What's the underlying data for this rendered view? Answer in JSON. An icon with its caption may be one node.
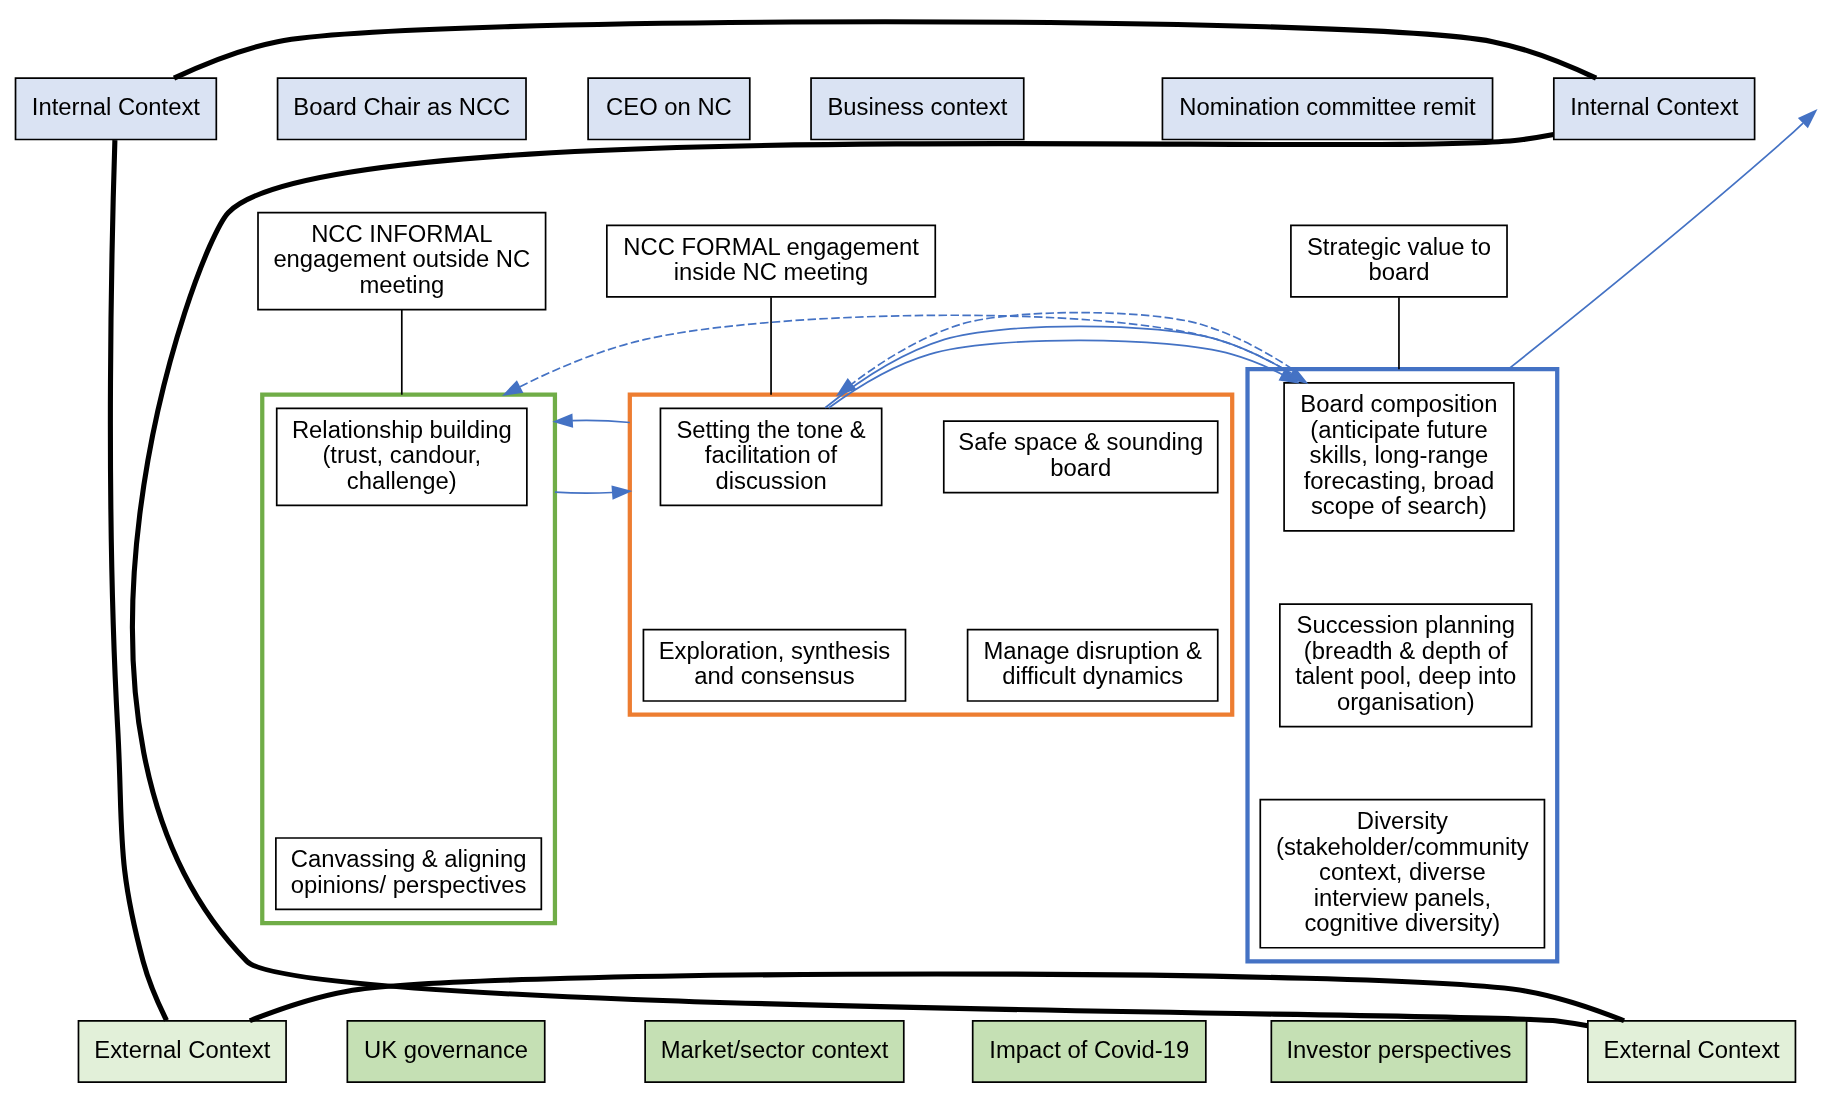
{
  "diagram": {
    "nodes": [
      {
        "text": [
          "Internal Context"
        ]
      },
      {
        "text": [
          "Internal Context"
        ]
      },
      {
        "text": [
          "External Context"
        ]
      },
      {
        "text": [
          "External Context"
        ]
      },
      {
        "text": [
          "Board Chair as NCC"
        ]
      },
      {
        "text": [
          "CEO on NC"
        ]
      },
      {
        "text": [
          "Business context"
        ]
      },
      {
        "text": [
          "Nomination committee remit"
        ]
      },
      {
        "text": [
          "NCC INFORMAL engagement outside NC meeting"
        ]
      },
      {
        "text": [],
        "shape": "box"
      },
      {
        "text": [
          "Relationship building (trust, candour, challenge)"
        ],
        "in": 9
      },
      {
        "text": [
          "Canvassing & aligning opinions/ perspectives"
        ],
        "in": 9
      },
      {
        "text": [
          "NCC FORMAL engagement inside NC meeting"
        ]
      },
      {
        "text": [],
        "shape": "box"
      },
      {
        "text": [
          "Setting the tone & facilitation of discussion"
        ],
        "in": 13
      },
      {
        "text": [
          "Safe space & sounding board"
        ],
        "in": 13
      },
      {
        "text": [
          "Exploration, synthesis and consensus"
        ],
        "in": 13
      },
      {
        "text": [
          "Manage disruption & difficult dynamics"
        ],
        "in": 13
      },
      {
        "text": [
          "Strategic value to board"
        ]
      },
      {
        "text": [],
        "shape": "box"
      },
      {
        "text": [
          "Board composition (anticipate future skills, long-range forecasting, broad scope of search)"
        ],
        "in": 19
      },
      {
        "text": [
          "Succession planning (breadth & depth of talent pool, deep into organisation)"
        ],
        "in": 19
      },
      {
        "text": [
          "Diversity (stakeholder/community context, diverse interview panels, cognitive diversity)"
        ],
        "in": 19
      },
      {
        "text": [
          "UK governance"
        ]
      },
      {
        "text": [
          "Market/sector context"
        ]
      },
      {
        "text": [
          "Impact of Covid-19"
        ]
      },
      {
        "text": [
          "Investor perspectives"
        ]
      }
    ],
    "edges": [
      {
        "from": 0,
        "to": 1,
        "arrow": "none",
        "style": "thick"
      },
      {
        "from": 0,
        "to": 2,
        "arrow": "none",
        "style": "thick"
      },
      {
        "from": 1,
        "to": 3,
        "arrow": "none",
        "style": "thick"
      },
      {
        "from": 2,
        "to": 3,
        "arrow": "none",
        "style": "thick"
      },
      {
        "from": 8,
        "to": 9,
        "arrow": "none"
      },
      {
        "from": 12,
        "to": 13,
        "arrow": "none"
      },
      {
        "from": 18,
        "to": 19,
        "arrow": "none"
      },
      {
        "from": 9,
        "to": 13,
        "arrow": "to",
        "color": "#4472c4"
      },
      {
        "from": 13,
        "to": 9,
        "arrow": "to",
        "color": "#4472c4"
      },
      {
        "from": 13,
        "to": 19,
        "arrow": "to",
        "color": "#4472c4"
      },
      {
        "from": 19,
        "to": null,
        "arrow": "to",
        "color": "#4472c4"
      },
      {
        "from": 19,
        "to": 9,
        "arrow": "to",
        "style": "dashed",
        "color": "#4472c4"
      },
      {
        "from": 19,
        "to": 13,
        "arrow": "to",
        "style": "dashed",
        "color": "#4472c4"
      }
    ]
  }
}
